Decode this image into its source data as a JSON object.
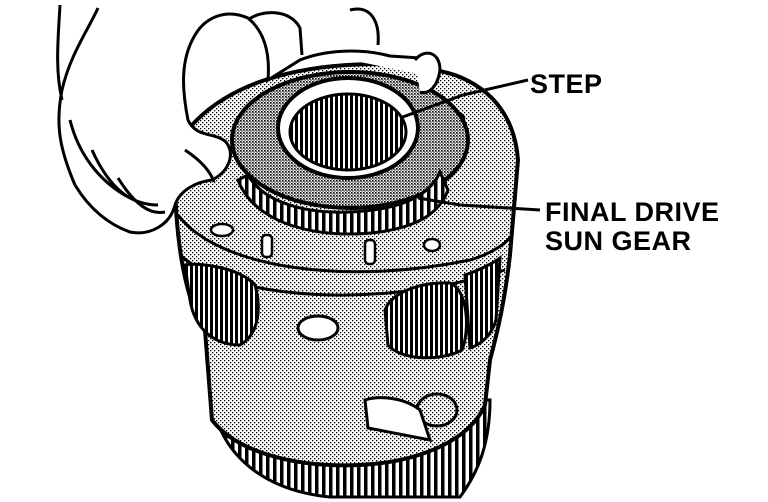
{
  "labels": {
    "step": "STEP",
    "final_drive_line1": "FINAL DRIVE",
    "final_drive_line2": "SUN GEAR"
  },
  "colors": {
    "ink": "#000000",
    "paper": "#ffffff",
    "stipple": "#9a9a9a"
  },
  "icons": {
    "hand": "hand-illustration",
    "assembly": "gear-assembly-illustration"
  }
}
